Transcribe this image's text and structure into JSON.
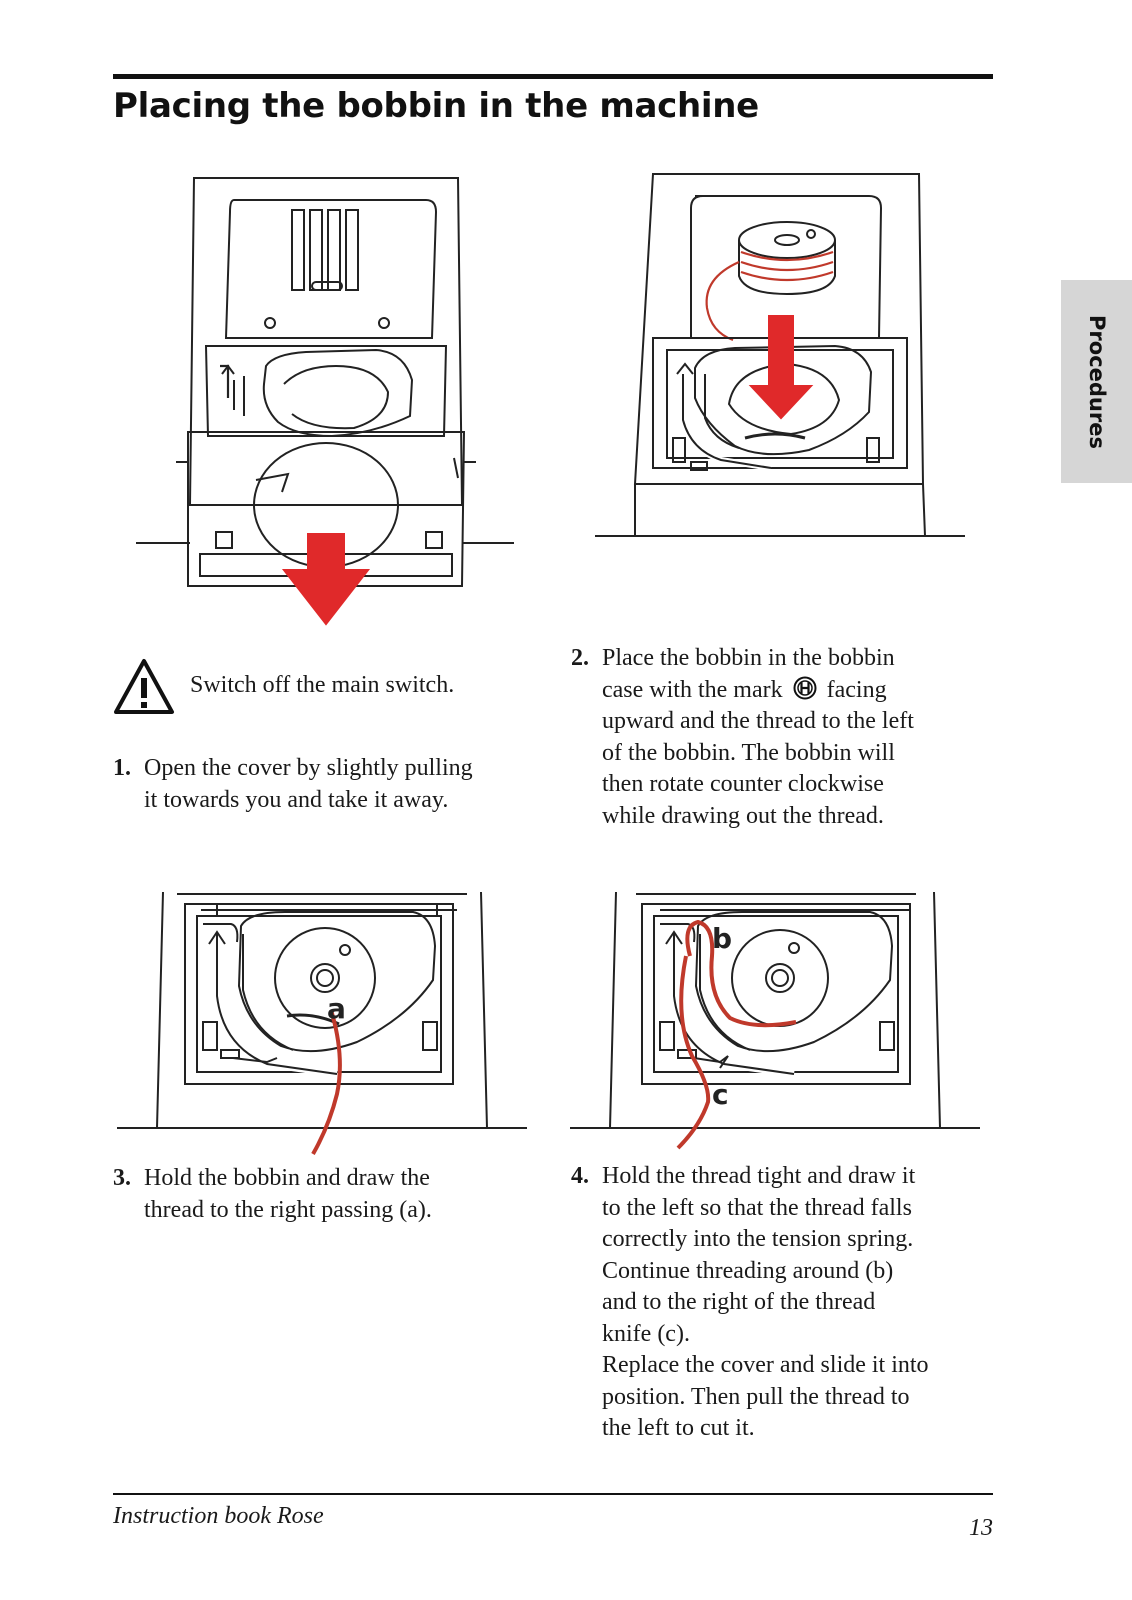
{
  "page": {
    "title": "Placing the bobbin in the machine",
    "side_tab": "Procedures"
  },
  "icons": {
    "warning": "warning-triangle-icon",
    "brand_mark": "husqvarna-h-mark-icon",
    "arrow": "red-arrow-icon"
  },
  "colors": {
    "arrow": "#e0292a",
    "thread": "#c0392b",
    "tab": "#d6d6d6"
  },
  "warning": {
    "text": "Switch off the main switch."
  },
  "steps": [
    {
      "number": "1.",
      "lines": [
        "Open the cover by slightly pulling",
        "it towards you and take it away."
      ]
    },
    {
      "number": "2.",
      "line1_before": "Place the bobbin in the bobbin",
      "line2_before": "case with the mark",
      "line2_after": "facing",
      "lines_rest": [
        "upward and the thread to the left",
        "of the bobbin. The bobbin will",
        "then rotate counter clockwise",
        "while drawing out the thread."
      ]
    },
    {
      "number": "3.",
      "lines": [
        "Hold the bobbin and draw the",
        "thread to the right passing (a)."
      ]
    },
    {
      "number": "4.",
      "lines": [
        "Hold the thread tight and draw it",
        "to the left so that the thread falls",
        "correctly into the tension spring.",
        "Continue threading around (b)",
        "and to the right of the thread",
        "knife (c).",
        "Replace the cover and slide it into",
        "position. Then pull the thread to",
        "the left to cut it."
      ]
    }
  ],
  "figures": {
    "fig3_label_a": "a",
    "fig4_label_b": "b",
    "fig4_label_c": "c"
  },
  "footer": {
    "title": "Instruction book Rose",
    "page_number": "13"
  }
}
